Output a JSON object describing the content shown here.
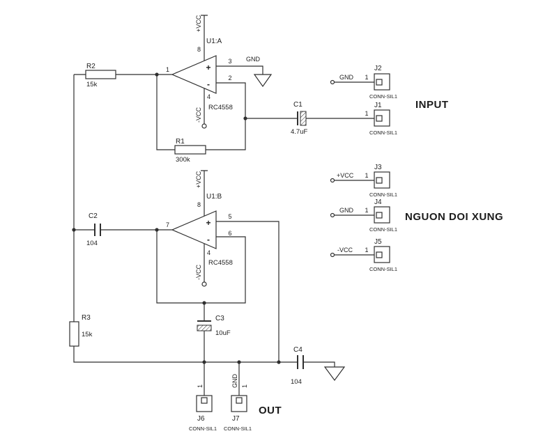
{
  "schematic": {
    "titles": {
      "input": "INPUT",
      "supply": "NGUON DOI XUNG",
      "output": "OUT"
    },
    "power": {
      "vcc_plus": "+VCC",
      "vcc_minus": "-VCC",
      "gnd": "GND"
    },
    "symbols": {
      "plus": "+",
      "minus": "-"
    },
    "opamps": [
      {
        "ref": "U1:A",
        "part": "RC4558",
        "pin_out": "1",
        "pin_in_plus": "3",
        "pin_in_minus": "2",
        "pin_vplus": "8",
        "pin_vminus": "4"
      },
      {
        "ref": "U1:B",
        "part": "RC4558",
        "pin_out": "7",
        "pin_in_plus": "5",
        "pin_in_minus": "6",
        "pin_vplus": "8",
        "pin_vminus": "4"
      }
    ],
    "resistors": [
      {
        "ref": "R2",
        "value": "15k"
      },
      {
        "ref": "R1",
        "value": "300k"
      },
      {
        "ref": "R3",
        "value": "15k"
      }
    ],
    "capacitors": [
      {
        "ref": "C1",
        "value": "4.7uF"
      },
      {
        "ref": "C2",
        "value": "104"
      },
      {
        "ref": "C3",
        "value": "10uF"
      },
      {
        "ref": "C4",
        "value": "104"
      }
    ],
    "connectors": [
      {
        "ref": "J2",
        "type": "CONN-SIL1",
        "pin": "1",
        "net": "GND"
      },
      {
        "ref": "J1",
        "type": "CONN-SIL1",
        "pin": "1"
      },
      {
        "ref": "J3",
        "type": "CONN-SIL1",
        "pin": "1",
        "net": "+VCC"
      },
      {
        "ref": "J4",
        "type": "CONN-SIL1",
        "pin": "1",
        "net": "GND"
      },
      {
        "ref": "J5",
        "type": "CONN-SIL1",
        "pin": "1",
        "net": "-VCC"
      },
      {
        "ref": "J6",
        "type": "CONN-SIL1",
        "pin": "1"
      },
      {
        "ref": "J7",
        "type": "CONN-SIL1",
        "pin": "1",
        "net": "GND"
      }
    ]
  }
}
